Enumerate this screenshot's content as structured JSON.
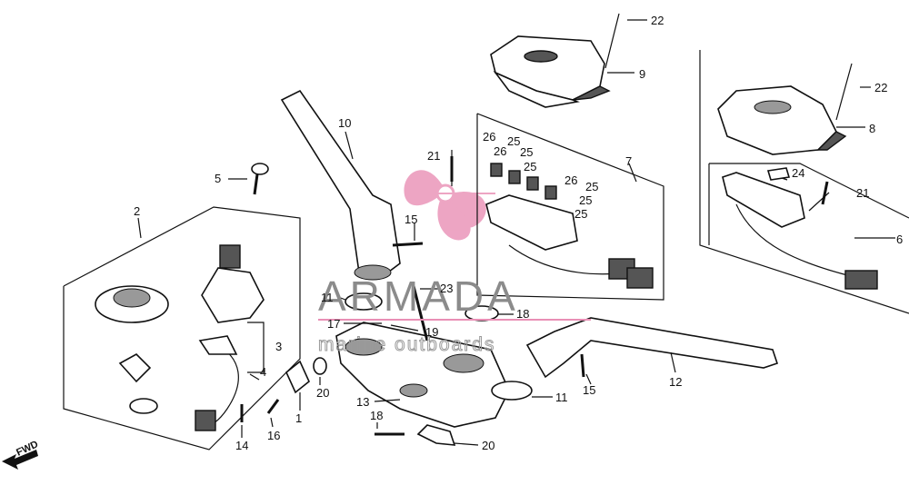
{
  "watermark": {
    "brand": "ARMADA",
    "tagline": "marine outboards",
    "accent_color": "#e98fb5"
  },
  "direction_label": "FWD",
  "callouts": [
    {
      "id": "22a",
      "label": "22"
    },
    {
      "id": "9",
      "label": "9"
    },
    {
      "id": "22b",
      "label": "22"
    },
    {
      "id": "8",
      "label": "8"
    },
    {
      "id": "10",
      "label": "10"
    },
    {
      "id": "26a",
      "label": "26"
    },
    {
      "id": "26b",
      "label": "26"
    },
    {
      "id": "25a",
      "label": "25"
    },
    {
      "id": "25b",
      "label": "25"
    },
    {
      "id": "25c",
      "label": "25"
    },
    {
      "id": "26c",
      "label": "26"
    },
    {
      "id": "25d",
      "label": "25"
    },
    {
      "id": "25e",
      "label": "25"
    },
    {
      "id": "25f",
      "label": "25"
    },
    {
      "id": "21a",
      "label": "21"
    },
    {
      "id": "7",
      "label": "7"
    },
    {
      "id": "24",
      "label": "24"
    },
    {
      "id": "21b",
      "label": "21"
    },
    {
      "id": "6",
      "label": "6"
    },
    {
      "id": "5",
      "label": "5"
    },
    {
      "id": "2",
      "label": "2"
    },
    {
      "id": "15a",
      "label": "15"
    },
    {
      "id": "11a",
      "label": "11"
    },
    {
      "id": "23",
      "label": "23"
    },
    {
      "id": "18a",
      "label": "18"
    },
    {
      "id": "17",
      "label": "17"
    },
    {
      "id": "19",
      "label": "19"
    },
    {
      "id": "3",
      "label": "3"
    },
    {
      "id": "4",
      "label": "4"
    },
    {
      "id": "20a",
      "label": "20"
    },
    {
      "id": "1",
      "label": "1"
    },
    {
      "id": "12",
      "label": "12"
    },
    {
      "id": "15b",
      "label": "15"
    },
    {
      "id": "11b",
      "label": "11"
    },
    {
      "id": "13",
      "label": "13"
    },
    {
      "id": "14",
      "label": "14"
    },
    {
      "id": "16",
      "label": "16"
    },
    {
      "id": "18b",
      "label": "18"
    },
    {
      "id": "20b",
      "label": "20"
    }
  ]
}
